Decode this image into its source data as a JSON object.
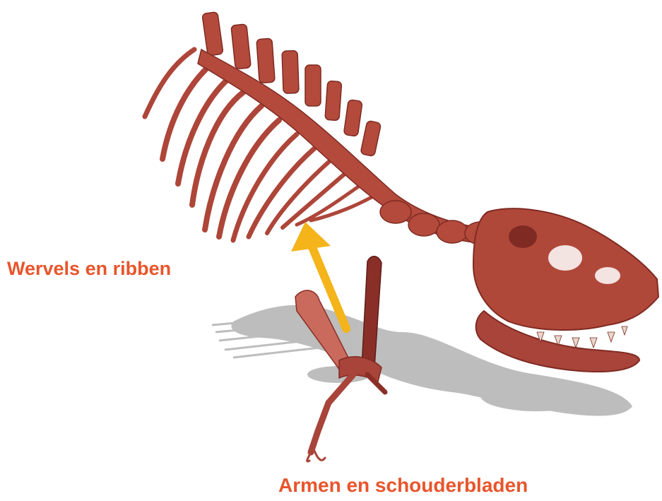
{
  "labels": {
    "spine_ribs": "Wervels en ribben",
    "arms_shoulders": "Armen en schouderbladen"
  },
  "colors": {
    "label_text": "#e8552c",
    "arrow": "#f4b41a",
    "bone": "#b0483a",
    "bone_dark": "#7f2a22",
    "shadow": "#9a9a9a"
  },
  "illustration": {
    "subject": "t-rex-skeleton-3d",
    "parts": [
      "vertebrae",
      "ribs",
      "skull",
      "arms",
      "shoulder-blades",
      "shadow"
    ]
  }
}
